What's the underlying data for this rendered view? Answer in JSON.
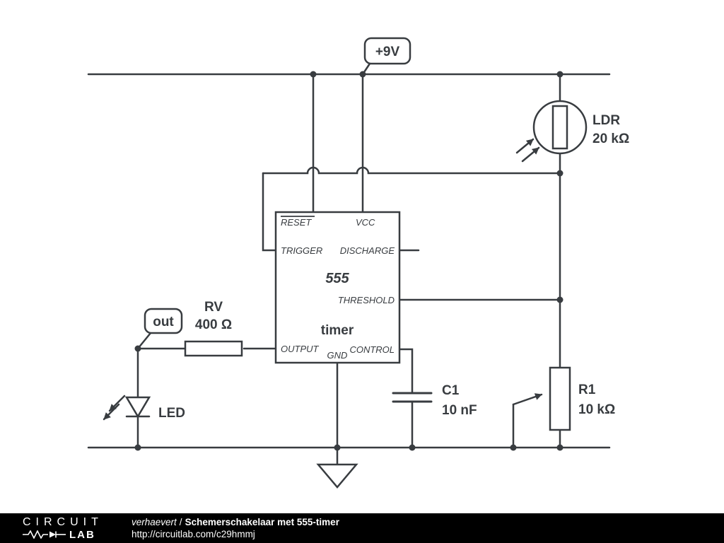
{
  "schematic": {
    "power_label": "+9V",
    "out_label": "out",
    "components": {
      "ldr": {
        "label": "LDR",
        "value": "20 kΩ"
      },
      "rv": {
        "label": "RV",
        "value": "400 Ω"
      },
      "led": {
        "label": "LED"
      },
      "c1": {
        "label": "C1",
        "value": "10 nF"
      },
      "r1": {
        "label": "R1",
        "value": "10 kΩ"
      }
    },
    "ic": {
      "name": "555",
      "subtitle": "timer",
      "pins": {
        "reset": "RESET",
        "vcc": "VCC",
        "trigger": "TRIGGER",
        "discharge": "DISCHARGE",
        "threshold": "THRESHOLD",
        "output": "OUTPUT",
        "gnd": "GND",
        "control": "CONTROL"
      }
    }
  },
  "footer": {
    "logo_top": "CIRCUIT",
    "logo_bottom": "LAB",
    "author": "verhaevert",
    "separator": "/",
    "title": "Schemerschakelaar met 555-timer",
    "url": "http://circuitlab.com/c29hmmj"
  },
  "colors": {
    "line": "#383c40",
    "footer_bg": "#000000"
  }
}
